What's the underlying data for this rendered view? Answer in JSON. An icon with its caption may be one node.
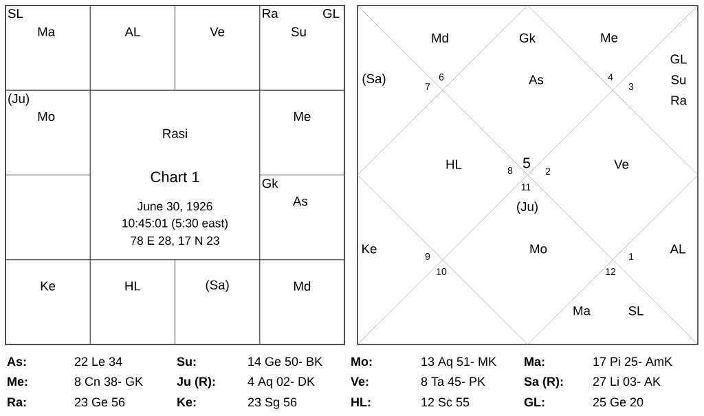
{
  "diagram": {
    "nodes": [
      {
        "text": [
          "SL",
          "Ma"
        ]
      },
      {
        "text": [
          "AL"
        ]
      },
      {
        "text": [
          "Ve"
        ]
      },
      {
        "text": [
          "Ra",
          "GL",
          "Su"
        ]
      },
      {
        "text": [
          "(Ju)",
          "Mo"
        ]
      },
      {
        "text": [
          "Rasi",
          "Chart 1",
          "June 30, 1926",
          "10:45:01 (5:30 east)",
          "78 E 28, 17 N 23"
        ]
      },
      {
        "text": [
          "Me"
        ]
      },
      {
        "text": [],
        "shape": "box"
      },
      {
        "text": [
          "Gk",
          "As"
        ]
      },
      {
        "text": [
          "Ke"
        ]
      },
      {
        "text": [
          "HL"
        ]
      },
      {
        "text": [
          "(Sa)"
        ]
      },
      {
        "text": [
          "Md"
        ]
      }
    ],
    "labels": [
      "Md",
      "Gk",
      "Me",
      "GL",
      "Su",
      "Ra",
      "(Sa)",
      "6",
      "7",
      "As",
      "4",
      "3",
      "HL",
      "5",
      "8",
      "2",
      "Ve",
      "11",
      "(Ju)",
      "Ke",
      "Mo",
      "AL",
      "9",
      "1",
      "10",
      "12",
      "Ma",
      "SL",
      "As:",
      "22 Le 34",
      "Su:",
      "14 Ge 50- BK",
      "Mo:",
      "13 Aq 51- MK",
      "Ma:",
      "17 Pi 25- AmK",
      "Me:",
      "8 Cn 38- GK",
      "Ju (R):",
      "4 Aq 02- DK",
      "Ve:",
      "8 Ta 45- PK",
      "Sa (R):",
      "27 Li 03- AK",
      "Ra:",
      "23 Ge 56",
      "Ke:",
      "23 Sg 56",
      "HL:",
      "12 Sc 55",
      "GL:",
      "25 Ge 20"
    ]
  }
}
